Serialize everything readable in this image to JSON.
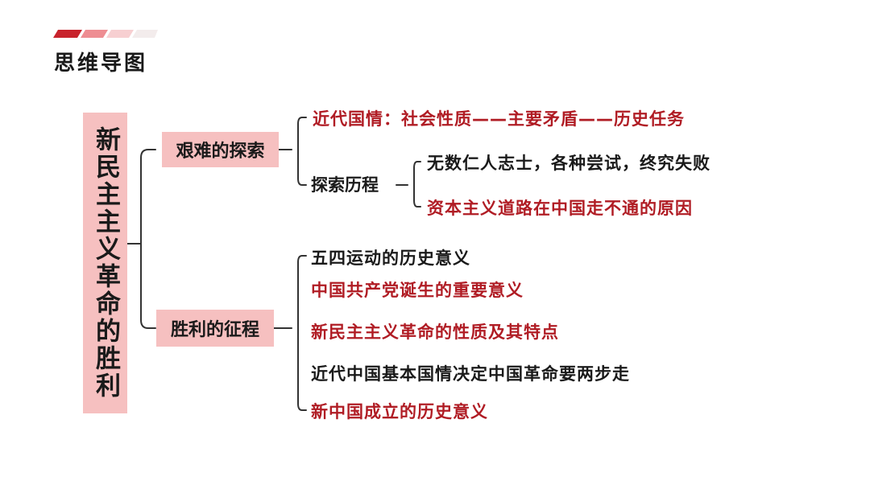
{
  "header": {
    "title": "思维导图"
  },
  "mindmap": {
    "root": "新民主主义革命的胜利",
    "branch_1": {
      "label": "艰难的探索",
      "leaf_1": "近代国情：社会性质——主要矛盾——历史任务",
      "sub_branch": {
        "label": "探索历程",
        "leaves": [
          "无数仁人志士，各种尝试，终究失败",
          "资本主义道路在中国走不通的原因"
        ]
      }
    },
    "branch_2": {
      "label": "胜利的征程",
      "leaves": [
        "五四运动的历史意义",
        "中国共产党诞生的重要意义",
        "新民主主义革命的性质及其特点",
        "近代中国基本国情决定中国革命要两步走",
        "新中国成立的历史意义"
      ]
    }
  },
  "colors": {
    "accent_red": "#b01c24",
    "box_fill": "#f6c0c0",
    "text_dark": "#1a1a1a"
  }
}
